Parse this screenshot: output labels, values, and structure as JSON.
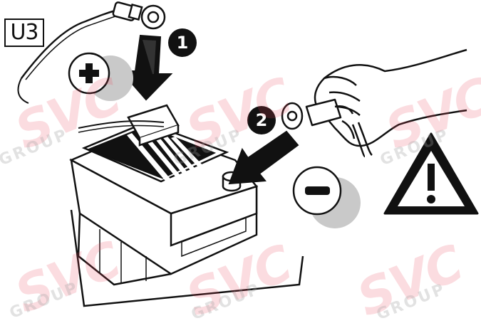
{
  "figure": {
    "label": "U3",
    "steps": [
      {
        "number": "1"
      },
      {
        "number": "2"
      }
    ],
    "symbols": [
      {
        "name": "plus-icon"
      },
      {
        "name": "minus-icon"
      },
      {
        "name": "warning-triangle-icon"
      }
    ]
  },
  "watermark": {
    "logo_text": "SVC",
    "sub_text": "GROUP"
  },
  "colors": {
    "line": "#111111",
    "shadow": "#cccccc",
    "watermark_red": "#e84655",
    "watermark_gray": "#a0a0a0"
  }
}
